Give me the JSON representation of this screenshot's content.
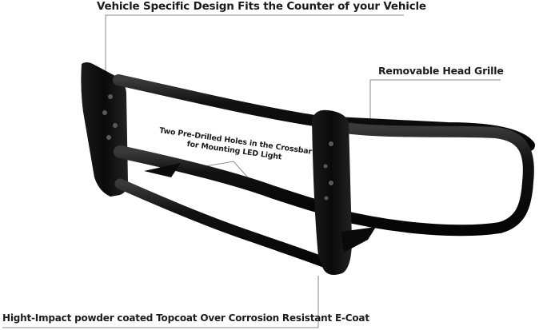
{
  "product": {
    "name": "grille-guard",
    "color": "#0d0d0d"
  },
  "callouts": {
    "top": {
      "text": "Vehicle Specific Design Fits the Counter of your Vehicle"
    },
    "grille": {
      "text": "Removable Head Grille"
    },
    "holes": {
      "line1": "Two Pre-Drilled Holes in the Crossbar",
      "line2": "for Mounting LED Light"
    },
    "bottom": {
      "text": "Hight-Impact powder coated Topcoat Over Corrosion Resistant E-Coat"
    }
  },
  "colors": {
    "background": "#ffffff",
    "text": "#1c1c1c",
    "callout_line": "#8a8a8a",
    "metal": "#0d0d0d"
  }
}
